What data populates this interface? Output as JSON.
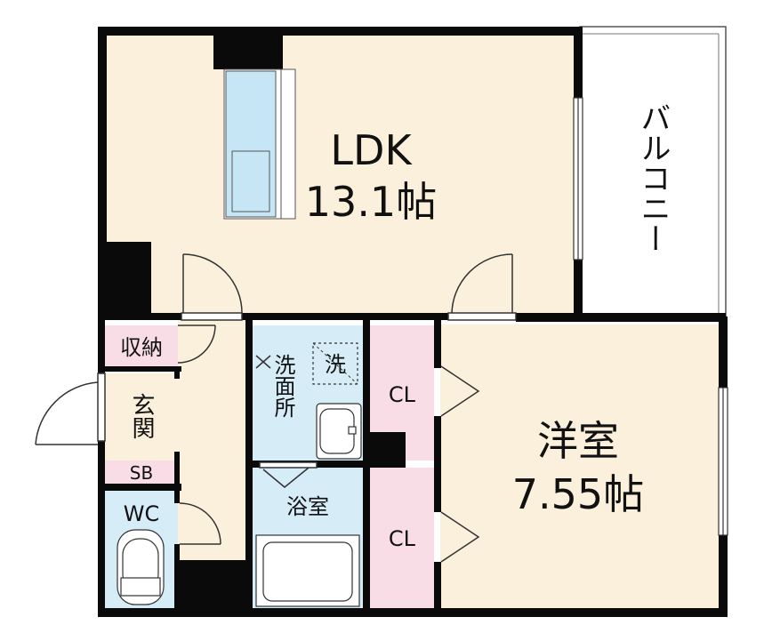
{
  "colors": {
    "wall": "#0a0a0a",
    "living_floor": "#faf0dc",
    "wet_area": "#d6ecf7",
    "closet": "#f8dde6",
    "balcony": "#ffffff",
    "line": "#333333"
  },
  "rooms": {
    "ldk": {
      "name": "LDK",
      "size": "13.1帖"
    },
    "western": {
      "name": "洋室",
      "size": "7.55帖"
    },
    "balcony": {
      "name": "バルコニー"
    },
    "storage": {
      "name": "収納"
    },
    "entrance": {
      "name": "玄関"
    },
    "shoe_box": {
      "name": "SB"
    },
    "toilet": {
      "name": "WC"
    },
    "washroom": {
      "name": "洗面所"
    },
    "washer": {
      "name": "洗"
    },
    "bathroom": {
      "name": "浴室"
    },
    "closet_upper": {
      "name": "CL"
    },
    "closet_lower": {
      "name": "CL"
    }
  }
}
